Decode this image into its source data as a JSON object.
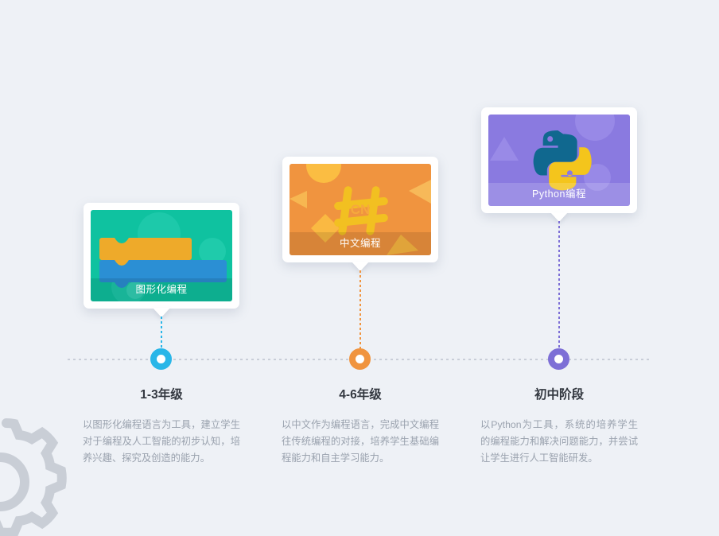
{
  "page": {
    "background_color": "#eef1f6",
    "decor_icon": "gear-icon"
  },
  "timeline": {
    "axis_color": "#c9ced8",
    "stages": [
      {
        "id": "stage-1",
        "card_label": "图形化编程",
        "card_theme_color": "#0fc2a0",
        "marker_color": "#29b6e8",
        "title": "1-3年级",
        "description": "以图形化编程语言为工具，建立学生对于编程及人工智能的初步认知，培养兴趣、探究及创造的能力。",
        "art": "scratch-blocks-icon"
      },
      {
        "id": "stage-2",
        "card_label": "中文编程",
        "card_theme_color": "#f0943f",
        "marker_color": "#f0943f",
        "title": "4-6年级",
        "description": "以中文作为编程语言，完成中文编程往传统编程的对接，培养学生基础编程能力和自主学习能力。",
        "art": "hash-cn-icon"
      },
      {
        "id": "stage-3",
        "card_label": "Python编程",
        "card_theme_color": "#8a7ae0",
        "marker_color": "#7d6fd6",
        "title": "初中阶段",
        "description": "以Python为工具，系统的培养学生的编程能力和解决问题能力，并尝试让学生进行人工智能研发。",
        "art": "python-logo-icon"
      }
    ]
  }
}
